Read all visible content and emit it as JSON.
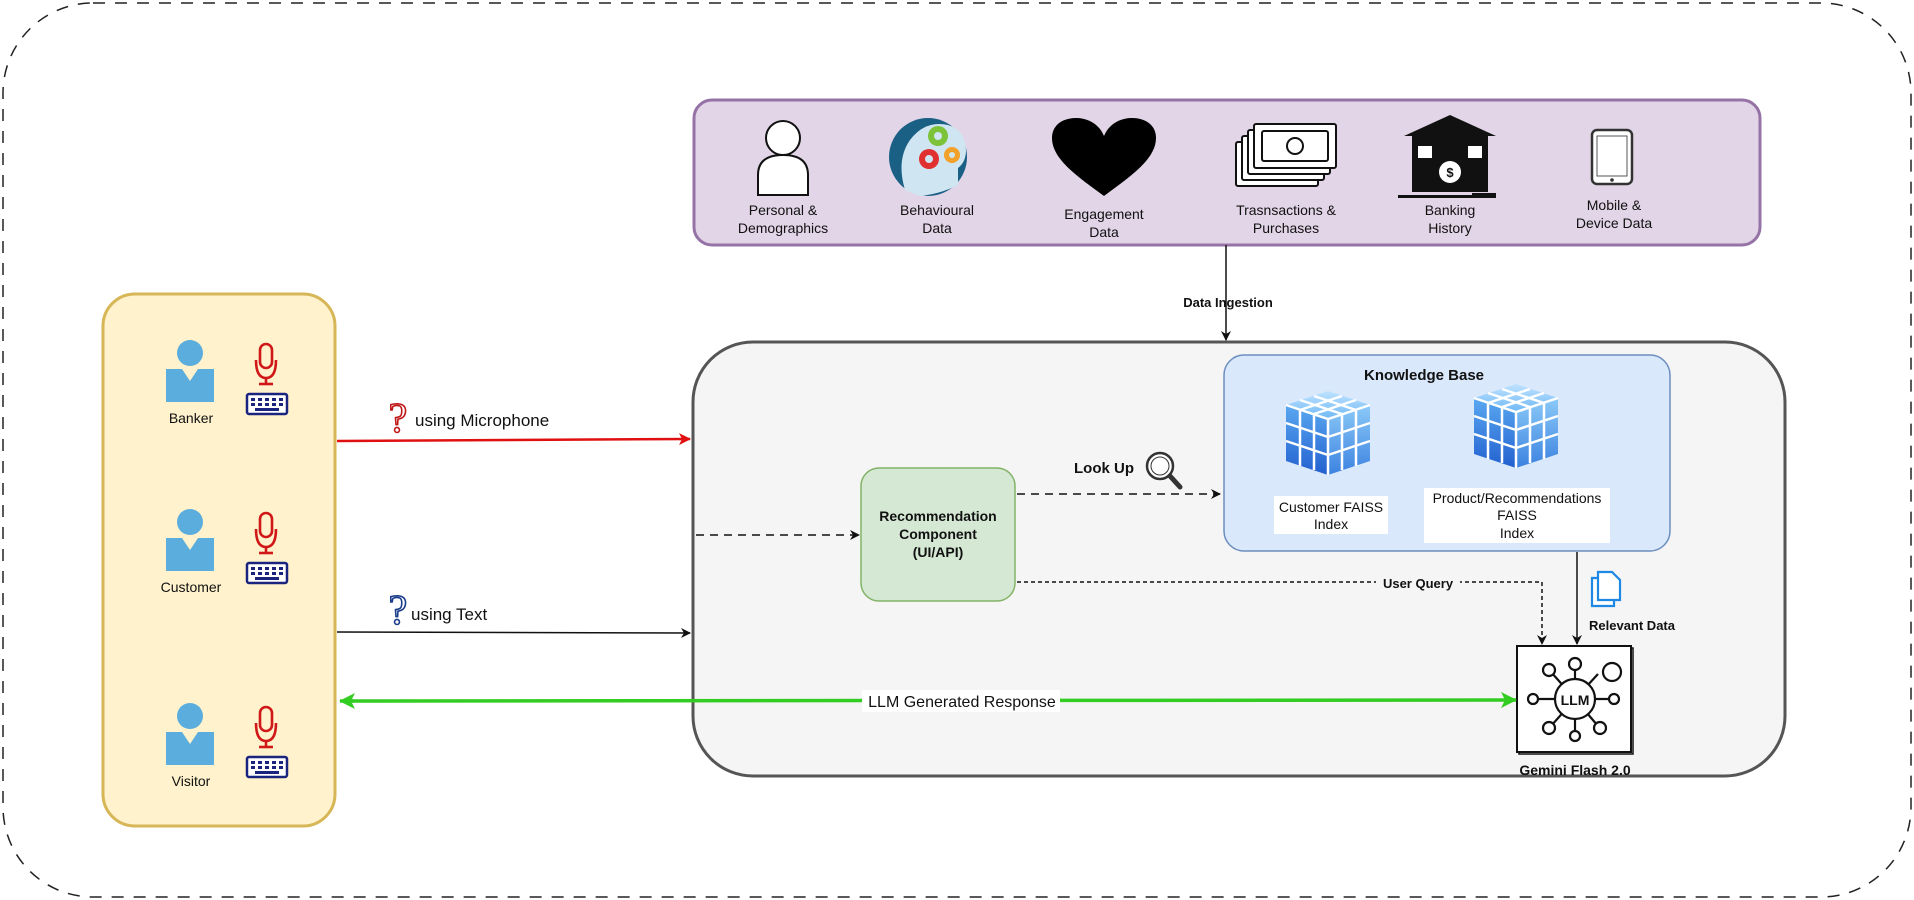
{
  "sources": {
    "items": [
      {
        "line1": "Personal &",
        "line2": "Demographics",
        "icon": "person-outline-icon"
      },
      {
        "line1": "Behavioural",
        "line2": "Data",
        "icon": "brain-gears-icon"
      },
      {
        "line1": "Engagement",
        "line2": "Data",
        "icon": "heart-icon"
      },
      {
        "line1": "Trasnsactions &",
        "line2": "Purchases",
        "icon": "money-stack-icon"
      },
      {
        "line1": "Banking",
        "line2": "History",
        "icon": "bank-house-icon"
      },
      {
        "line1": "Mobile &",
        "line2": "Device Data",
        "icon": "tablet-icon"
      }
    ]
  },
  "edges": {
    "data_ingestion": "Data Ingestion",
    "microphone": "using Microphone",
    "text": "using Text",
    "look_up": "Look Up",
    "user_query": "User Query",
    "relevant_data": "Relevant Data",
    "llm_response": "LLM Generated Response"
  },
  "users": {
    "items": [
      {
        "label": "Banker"
      },
      {
        "label": "Customer"
      },
      {
        "label": "Visitor"
      }
    ]
  },
  "recommendation": {
    "line1": "Recommendation",
    "line2": "Component",
    "line3": "(UI/API)"
  },
  "knowledge_base": {
    "title": "Knowledge Base",
    "customer_index": {
      "line1": "Customer FAISS",
      "line2": "Index"
    },
    "product_index": {
      "line1": "Product/Recommendations",
      "line2": "FAISS",
      "line3": "Index"
    }
  },
  "llm": {
    "badge": "LLM",
    "label": "Gemini Flash 2.0"
  },
  "colors": {
    "sources_fill": "#e1d5e7",
    "sources_stroke": "#9673a6",
    "users_fill": "#fff2cc",
    "users_stroke": "#d6b656",
    "main_fill": "#f5f5f5",
    "kb_fill": "#dae8fc",
    "kb_stroke": "#6c8ebf",
    "rec_fill": "#d5e8d4",
    "rec_stroke": "#82b366",
    "mic_arrow": "#e01010",
    "response_arrow": "#33cc22",
    "person_icon": "#5aaddc",
    "mic_icon": "#d01818",
    "keyboard_icon": "#1a237e"
  }
}
